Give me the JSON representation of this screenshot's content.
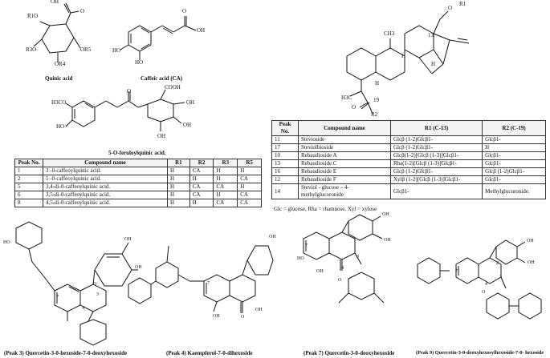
{
  "quinic": {
    "caption": "Quinic acid",
    "labels": {
      "r1o": "R1O",
      "oh": "OH",
      "o": "O",
      "r3o": "R3O",
      "or5": "OR5",
      "or4": "OR4"
    }
  },
  "caffeic": {
    "caption": "Caffeic acid (CA)",
    "labels": {
      "ho1": "HO",
      "ho2": "HO",
      "oh": "OH",
      "o": "O"
    }
  },
  "feruloyl": {
    "caption": "5-O-feruloylquinic acid.",
    "labels": {
      "h3co": "H3CO",
      "ho": "HO",
      "cooh": "COOH",
      "oh1": "OH",
      "oh2": "OH",
      "oh3": "OH",
      "o": "O"
    }
  },
  "table1": {
    "headers": [
      "Peak No.",
      "Compound name",
      "R1",
      "R2",
      "R3",
      "R5"
    ],
    "rows": [
      [
        "1",
        "3 -0-caffeoylquinic acid.",
        "H",
        "CA",
        "H",
        "H"
      ],
      [
        "2",
        "5 -0-caffeoylquinic acid.",
        "H",
        "H",
        "H",
        "CA"
      ],
      [
        "5",
        "3,4-di-0-caffeoylquinic acid.",
        "H",
        "CA",
        "CA",
        "H"
      ],
      [
        "6",
        "3,5-di-0-caffeoylquinic acid.",
        "H",
        "CA",
        "H",
        "CA"
      ],
      [
        "8",
        "4,5-di-0-caffeoylquinic acid.",
        "H",
        "H",
        "CA",
        "CA"
      ]
    ]
  },
  "steviol": {
    "labels": {
      "r1": "R1",
      "o": "O",
      "c13": "13",
      "h1": "H",
      "ch3a": "CH3",
      "h2": "H",
      "h3": "H",
      "h3c": "H3C",
      "c19": "19",
      "o2": "O",
      "r2": "R2"
    }
  },
  "table2": {
    "headers": [
      "Peak No.",
      "Compound name",
      "R1 (C-13)",
      "R2 (C-19)"
    ],
    "rows": [
      [
        "11",
        "Stevioside",
        "Glcβ (1-2)Glcβ1-",
        "Glcβ1-"
      ],
      [
        "17",
        "Steviolbioside",
        "Glcβ (1-2)Glcβ1-",
        "H"
      ],
      [
        "10",
        "Rebaudioside A",
        "Glcβ(1-2)[Glcβ (1-3)]Glcβ1-",
        "Glcβ1-"
      ],
      [
        "13",
        "Rebaudioside C",
        "Rha(1-2)[Glcβ (1-3)]Glcβ1-",
        "Glcβ1-"
      ],
      [
        "16",
        "Rebaudioside E",
        "Glcβ (1-2)Glcβ1-",
        "Glcβ (1-2)Glcβ1-"
      ],
      [
        "12",
        "Rebaudioside F",
        "Xylβ (1-2)[Glcβ (1-3)]Glcβ1-",
        "Glcβ1-"
      ],
      [
        "14",
        "Steviol - glucose – 4-methylglucoronide",
        "Glcβ1-",
        "Methylglucuronide."
      ]
    ],
    "footnote": "Glc = glucose, Rha = rhamnose, Xyl = xylose"
  },
  "bottom": {
    "peak3": "(Peak 3) Quercetin-3-0-hexoside-7-0-deoxyhexoside",
    "peak4": "(Peak 4) Kaempferol-7-0-dihexoside",
    "peak7": "(Peak 7) Quercetin-3-0-deoxyhexoside",
    "peak9": "(Peak 9) Quercetin-3-0-deoxyhexosylhexoside-7-0- hexoside"
  },
  "atom_text": {
    "oh": "OH",
    "ho": "HO",
    "o": "O",
    "num7": "7",
    "num3": "3",
    "num4": "4",
    "num2": "2"
  }
}
